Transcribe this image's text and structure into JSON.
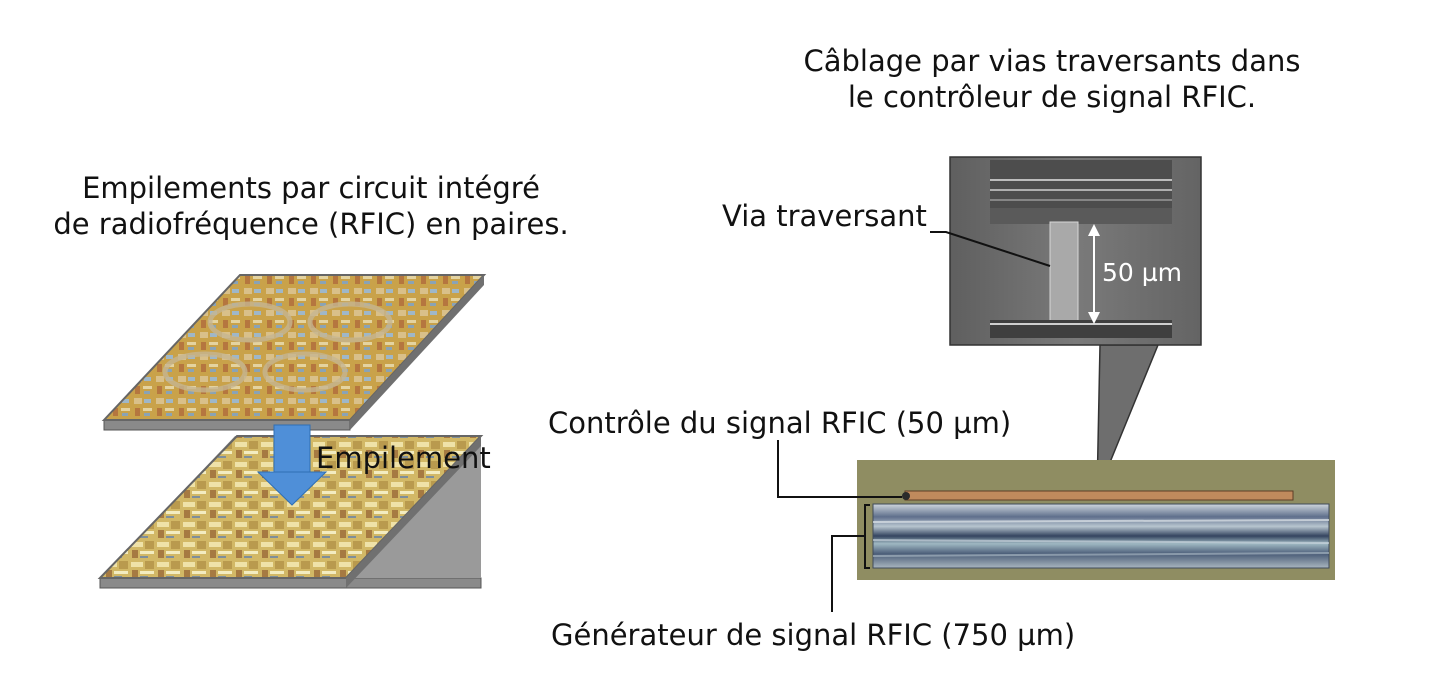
{
  "left": {
    "caption_line1": "Empilements par circuit intégré",
    "caption_line2": "de radiofréquence (RFIC) en paires.",
    "stack_label": "Empilement"
  },
  "right": {
    "caption_line1": "Câblage par vias traversants dans",
    "caption_line2": "le contrôleur de signal RFIC.",
    "via_label": "Via traversant",
    "via_height_label": "50 µm",
    "control_label": "Contrôle du signal RFIC (50 µm)",
    "generator_label": "Générateur de signal RFIC (750 µm)"
  },
  "colors": {
    "arrow_blue": "#4f8fd8",
    "chip_gold": "#c9a24a",
    "chip_edge": "#7a7a7a",
    "sem_gray": "#6e6e6e",
    "wafer_olive": "#8f8d62"
  }
}
